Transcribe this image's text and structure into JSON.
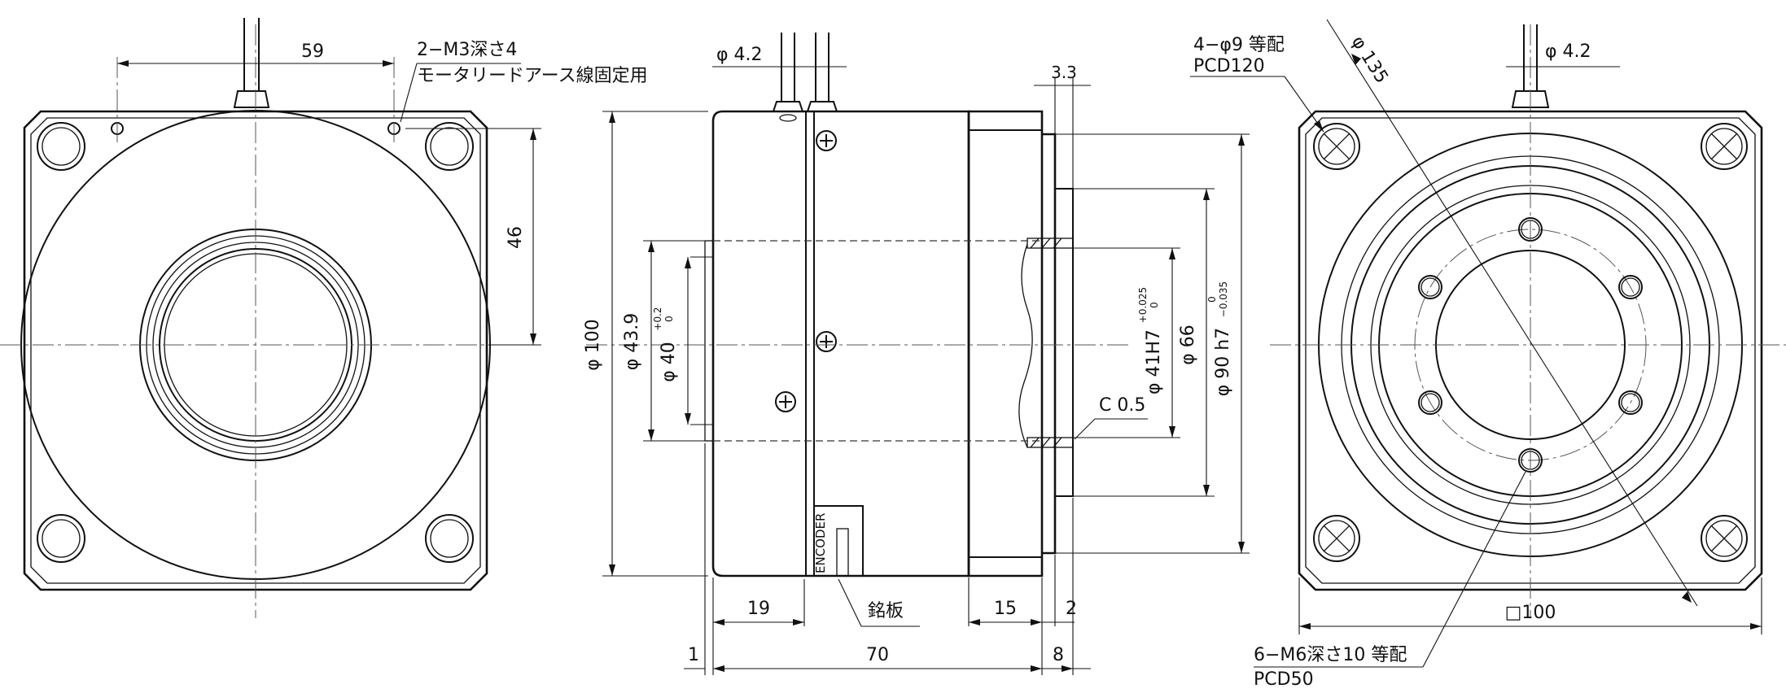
{
  "labels": {
    "front_width": "59",
    "front_height": "46",
    "mount_hole_note_1": "2−M3深さ4",
    "mount_hole_note_2": "モータリードアース線固定用",
    "side_cable_dia": "φ 4.2",
    "side_step": "3.3",
    "side_outer_dia": "φ 100",
    "side_dia_43_9": "φ 43.9",
    "side_dia_40": "φ 40",
    "side_tol_40_upper": "+0.2",
    "side_tol_40_lower": "0",
    "side_dia_41h7": "φ 41H7",
    "side_tol_41_upper": "+0.025",
    "side_tol_41_lower": "0",
    "side_dia_66": "φ 66",
    "side_dia_90h7": "φ 90 h7",
    "side_tol_90_upper": "0",
    "side_tol_90_lower": "−0.035",
    "side_chamfer": "C 0.5",
    "side_encoder": "ENCODER",
    "side_nameplate": "銘板",
    "side_dim_19": "19",
    "side_dim_15": "15",
    "side_dim_2": "2",
    "side_dim_1": "1",
    "side_dim_70": "70",
    "side_dim_8": "8",
    "rear_hole_note_1": "4−φ9 等配",
    "rear_hole_note_2": "PCD120",
    "rear_dia_135": "φ 135",
    "rear_cable_dia": "φ 4.2",
    "rear_square": "□100",
    "rear_tap_note_1": "6−M6深さ10 等配",
    "rear_tap_note_2": "PCD50"
  }
}
